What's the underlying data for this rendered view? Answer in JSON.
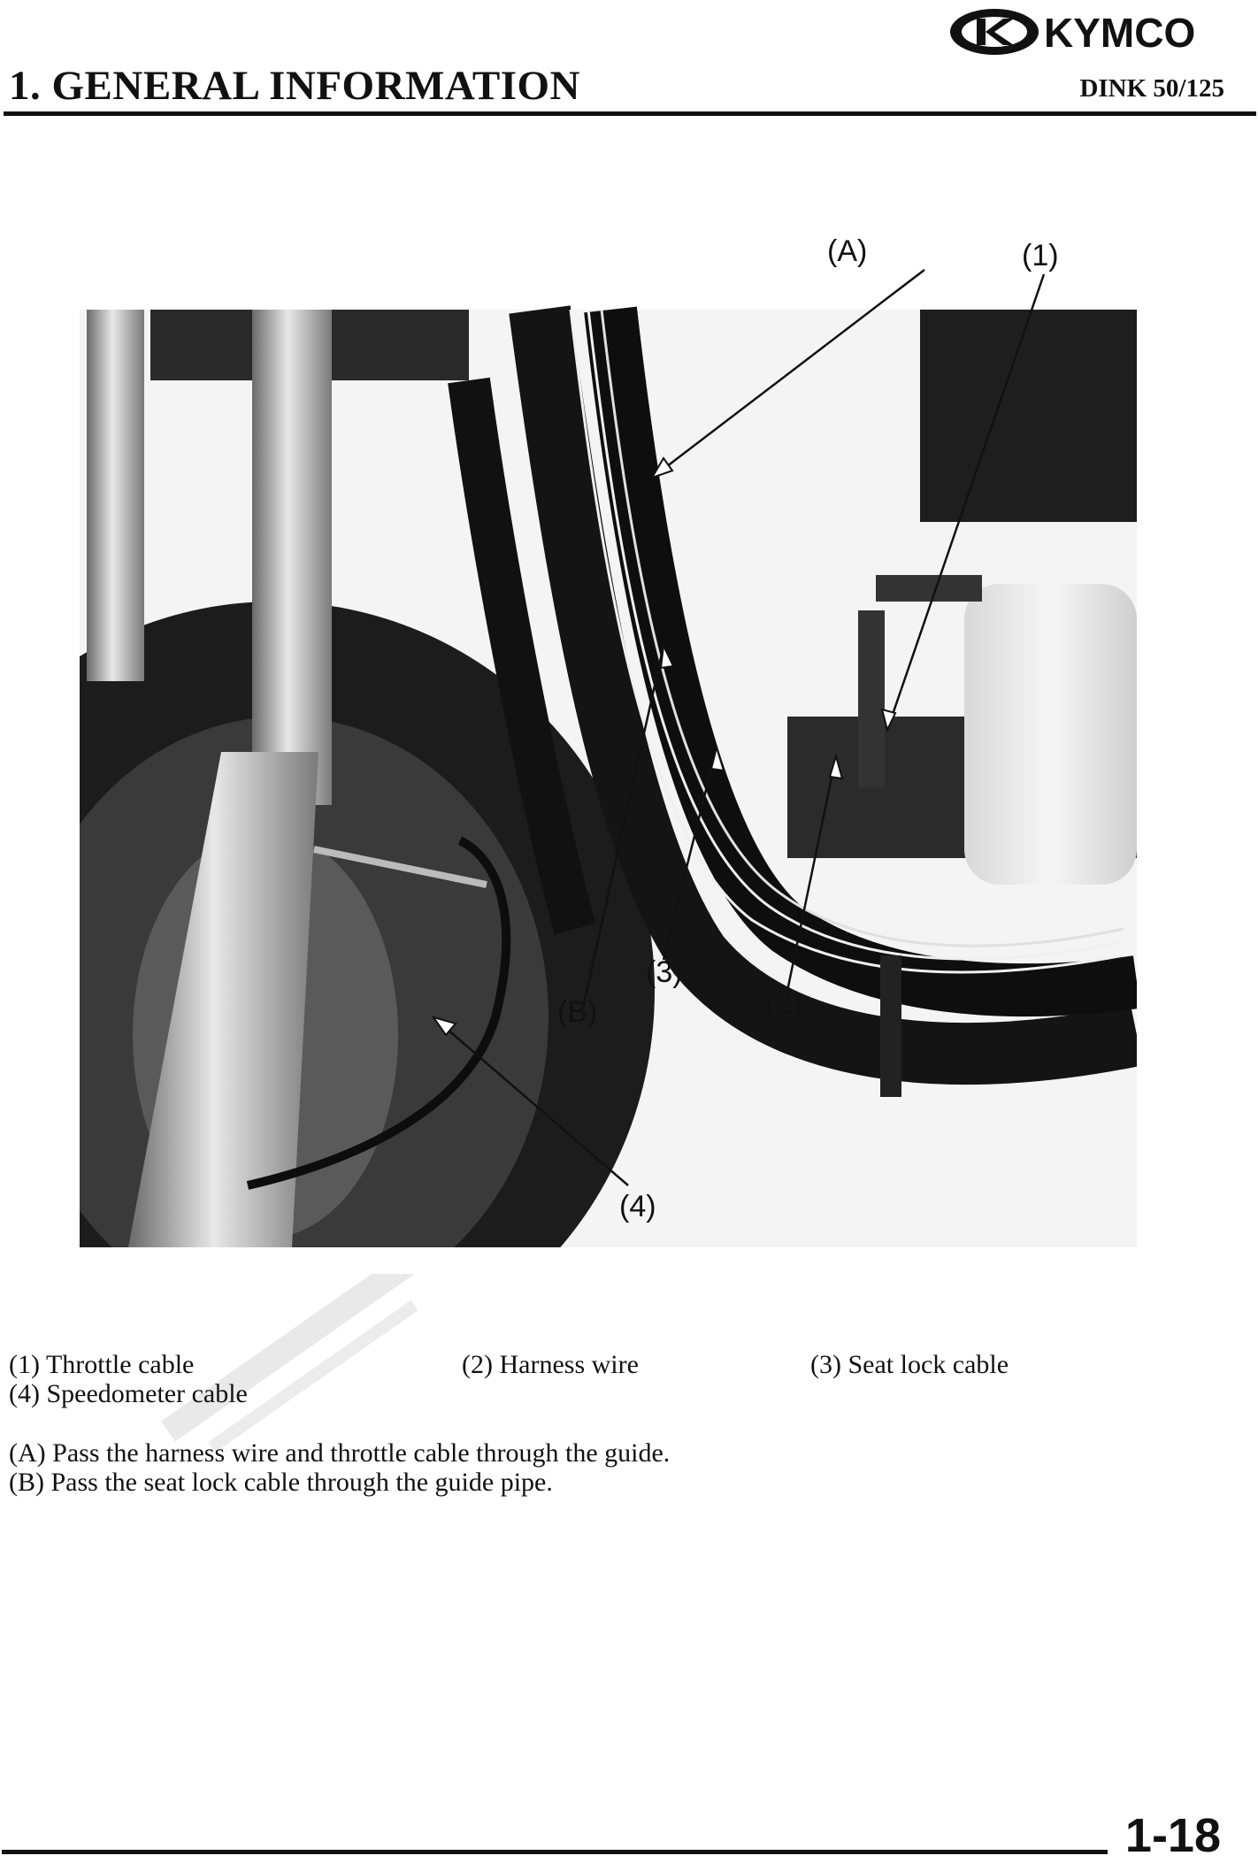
{
  "header": {
    "brand_name": "KYMCO",
    "section_title": "1. GENERAL INFORMATION",
    "model": "DINK 50/125"
  },
  "figure": {
    "callouts": {
      "A": "(A)",
      "one": "(1)",
      "B": "(B)",
      "three": "(3)",
      "two": "(2)",
      "four": "(4)"
    }
  },
  "legend": {
    "item1": "(1) Throttle cable",
    "item2": "(2) Harness wire",
    "item3": "(3) Seat lock cable",
    "item4": "(4) Speedometer cable"
  },
  "notes": {
    "A": "(A) Pass the harness wire and throttle cable through the guide.",
    "B": "(B) Pass the seat lock cable through the guide pipe."
  },
  "footer": {
    "page_number": "1-18"
  }
}
